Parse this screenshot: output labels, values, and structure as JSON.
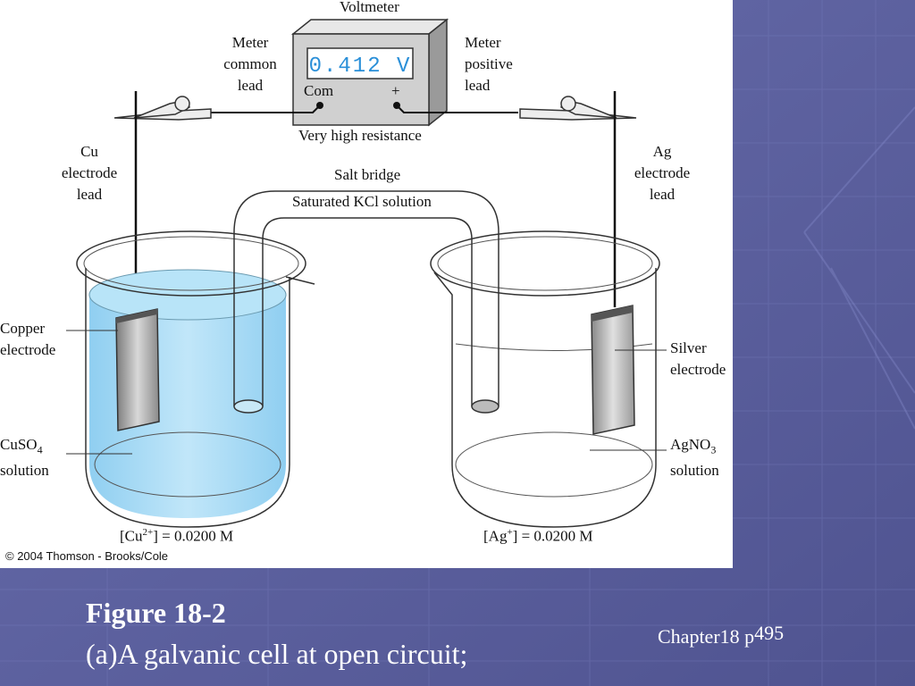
{
  "figure": {
    "meter_reading": "0.412 V",
    "labels": {
      "voltmeter": "Voltmeter",
      "meter_common_lead": [
        "Meter",
        "common",
        "lead"
      ],
      "meter_positive_lead": [
        "Meter",
        "positive",
        "lead"
      ],
      "com": "Com",
      "plus": "+",
      "high_resistance": "Very high resistance",
      "cu_electrode_lead": [
        "Cu",
        "electrode",
        "lead"
      ],
      "ag_electrode_lead": [
        "Ag",
        "electrode",
        "lead"
      ],
      "salt_bridge": "Salt bridge",
      "kcl_solution": "Saturated KCl solution",
      "copper_electrode": [
        "Copper",
        "electrode"
      ],
      "silver_electrode": [
        "Silver",
        "electrode"
      ],
      "cuso4_solution": {
        "formula": "CuSO",
        "sub": "4",
        "word": "solution"
      },
      "agno3_solution": {
        "formula": "AgNO",
        "sub": "3",
        "word": "solution"
      },
      "cu_concentration": {
        "open": "[Cu",
        "sup": "2+",
        "close": "] = 0.0200 M"
      },
      "ag_concentration": {
        "open": "[Ag",
        "sup": "+",
        "close": "] = 0.0200 M"
      },
      "copyright": "© 2004 Thomson - Brooks/Cole"
    }
  },
  "caption": {
    "title": "Figure 18-2",
    "text": "(a)A galvanic cell at open circuit;"
  },
  "chapter": {
    "label": "Chapter18 p",
    "page": "495"
  },
  "colors": {
    "background": "#5a5e9a",
    "solution_blue": "#8fd0f0",
    "display_digits": "#2a8fd8"
  }
}
